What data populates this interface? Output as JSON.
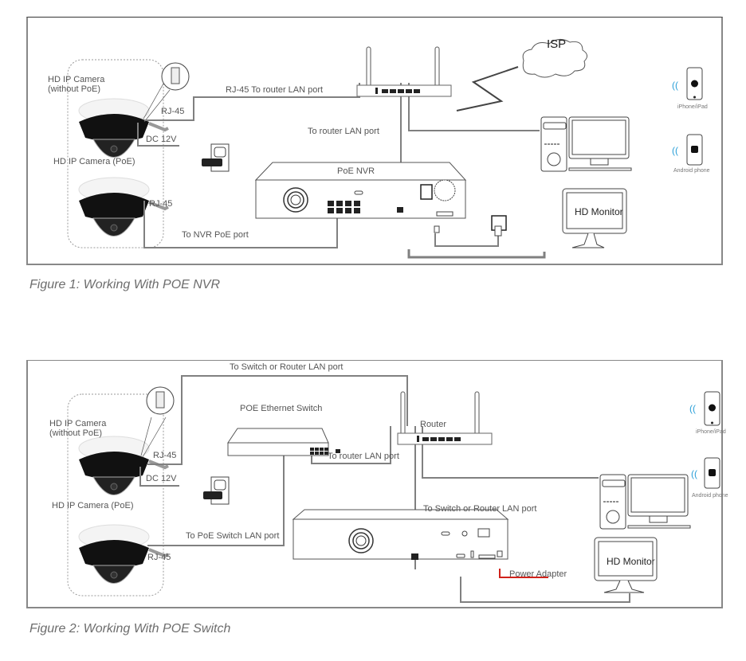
{
  "figures": [
    {
      "caption": "Figure 1: Working With POE NVR",
      "labels": {
        "camera_no_poe": "HD IP Camera",
        "camera_no_poe_sub": "(without PoE)",
        "camera_poe": "HD IP Camera (PoE)",
        "rj45_top": "RJ-45",
        "rj45_bottom": "RJ-45",
        "dc": "DC 12V",
        "rj45_to_router": "RJ-45 To router LAN port",
        "to_router_lan": "To router LAN port",
        "to_nvr_poe": "To NVR PoE port",
        "nvr": "PoE NVR",
        "isp": "ISP",
        "iphone": "iPhone/iPad",
        "android": "Android phone",
        "monitor": "HD Monitor"
      },
      "icons": [
        "dome-camera-icon",
        "rj45-connector-icon",
        "power-outlet-icon",
        "power-adapter-icon",
        "wifi-router-icon",
        "cloud-icon",
        "lightning-link-icon",
        "desktop-pc-icon",
        "nvr-icon",
        "power-plug-icon",
        "hd-monitor-icon",
        "iphone-icon",
        "android-phone-icon",
        "wifi-signal-icon"
      ]
    },
    {
      "caption": "Figure 2: Working With POE Switch",
      "labels": {
        "camera_no_poe": "HD IP Camera",
        "camera_no_poe_sub": "(without PoE)",
        "camera_poe": "HD IP Camera (PoE)",
        "rj45_top": "RJ-45",
        "rj45_bottom": "RJ-45",
        "dc": "DC 12V",
        "to_switch_or_router_top": "To Switch or Router LAN port",
        "poe_switch": "POE Ethernet Switch",
        "to_router_lan": "To router LAN port",
        "router": "Router",
        "to_poe_switch_lan": "To PoE Switch LAN port",
        "to_switch_or_router_nvr": "To Switch or Router LAN port",
        "power_adapter": "Power Adapter",
        "iphone": "iPhone/iPad",
        "android": "Android phone",
        "monitor": "HD Monitor"
      },
      "colors": {
        "power_adapter_line": "#d0221b"
      }
    }
  ],
  "colors": {
    "cable": "#808080",
    "wifi": "#2a9fd8",
    "caption": "#6d6d6d"
  }
}
